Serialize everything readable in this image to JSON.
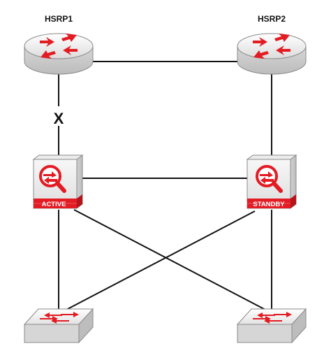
{
  "diagram": {
    "routers": [
      {
        "label": "HSRP1"
      },
      {
        "label": "HSRP2"
      }
    ],
    "firewalls": [
      {
        "label": "ACTIVE"
      },
      {
        "label": "STANDBY"
      }
    ],
    "failed_link_marker": "X",
    "colors": {
      "device_red": "#e31b23",
      "device_gray": "#d9d9d9",
      "device_light": "#f2f2f2",
      "link": "#111111",
      "text": "#111111"
    }
  }
}
